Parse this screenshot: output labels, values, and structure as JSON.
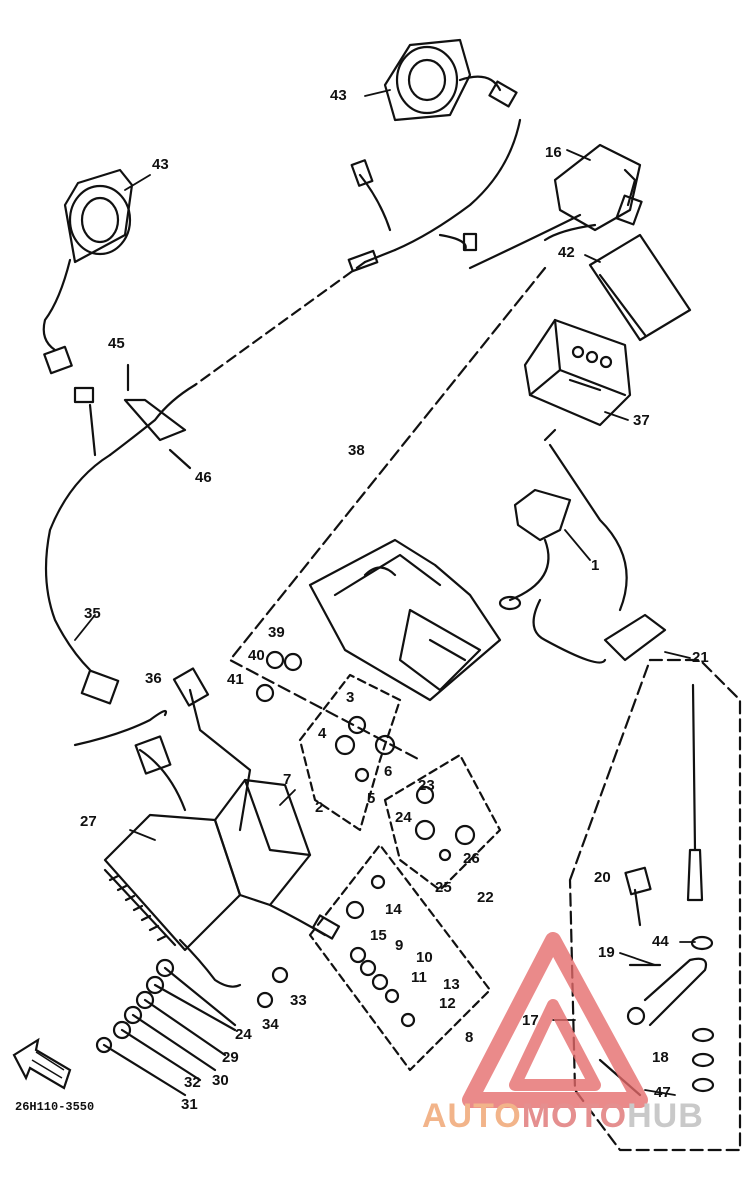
{
  "diagram": {
    "part_numbers": [
      "43",
      "43",
      "16",
      "42",
      "45",
      "46",
      "38",
      "37",
      "1",
      "35",
      "39",
      "40",
      "41",
      "36",
      "3",
      "4",
      "6",
      "5",
      "2",
      "7",
      "23",
      "24",
      "26",
      "25",
      "22",
      "27",
      "21",
      "14",
      "15",
      "9",
      "10",
      "11",
      "13",
      "12",
      "8",
      "20",
      "19",
      "44",
      "17",
      "18",
      "33",
      "34",
      "24",
      "29",
      "30",
      "32",
      "31",
      "47"
    ],
    "figure_code": "26H110-3550",
    "watermark": {
      "part1": "AUTO",
      "part2": "MOTO",
      "part3": "HUB"
    },
    "colors": {
      "line": "#111111",
      "watermark_red": "#e56a6a",
      "watermark_orange": "#f2b48a",
      "watermark_grey": "#c9c9c9"
    }
  }
}
